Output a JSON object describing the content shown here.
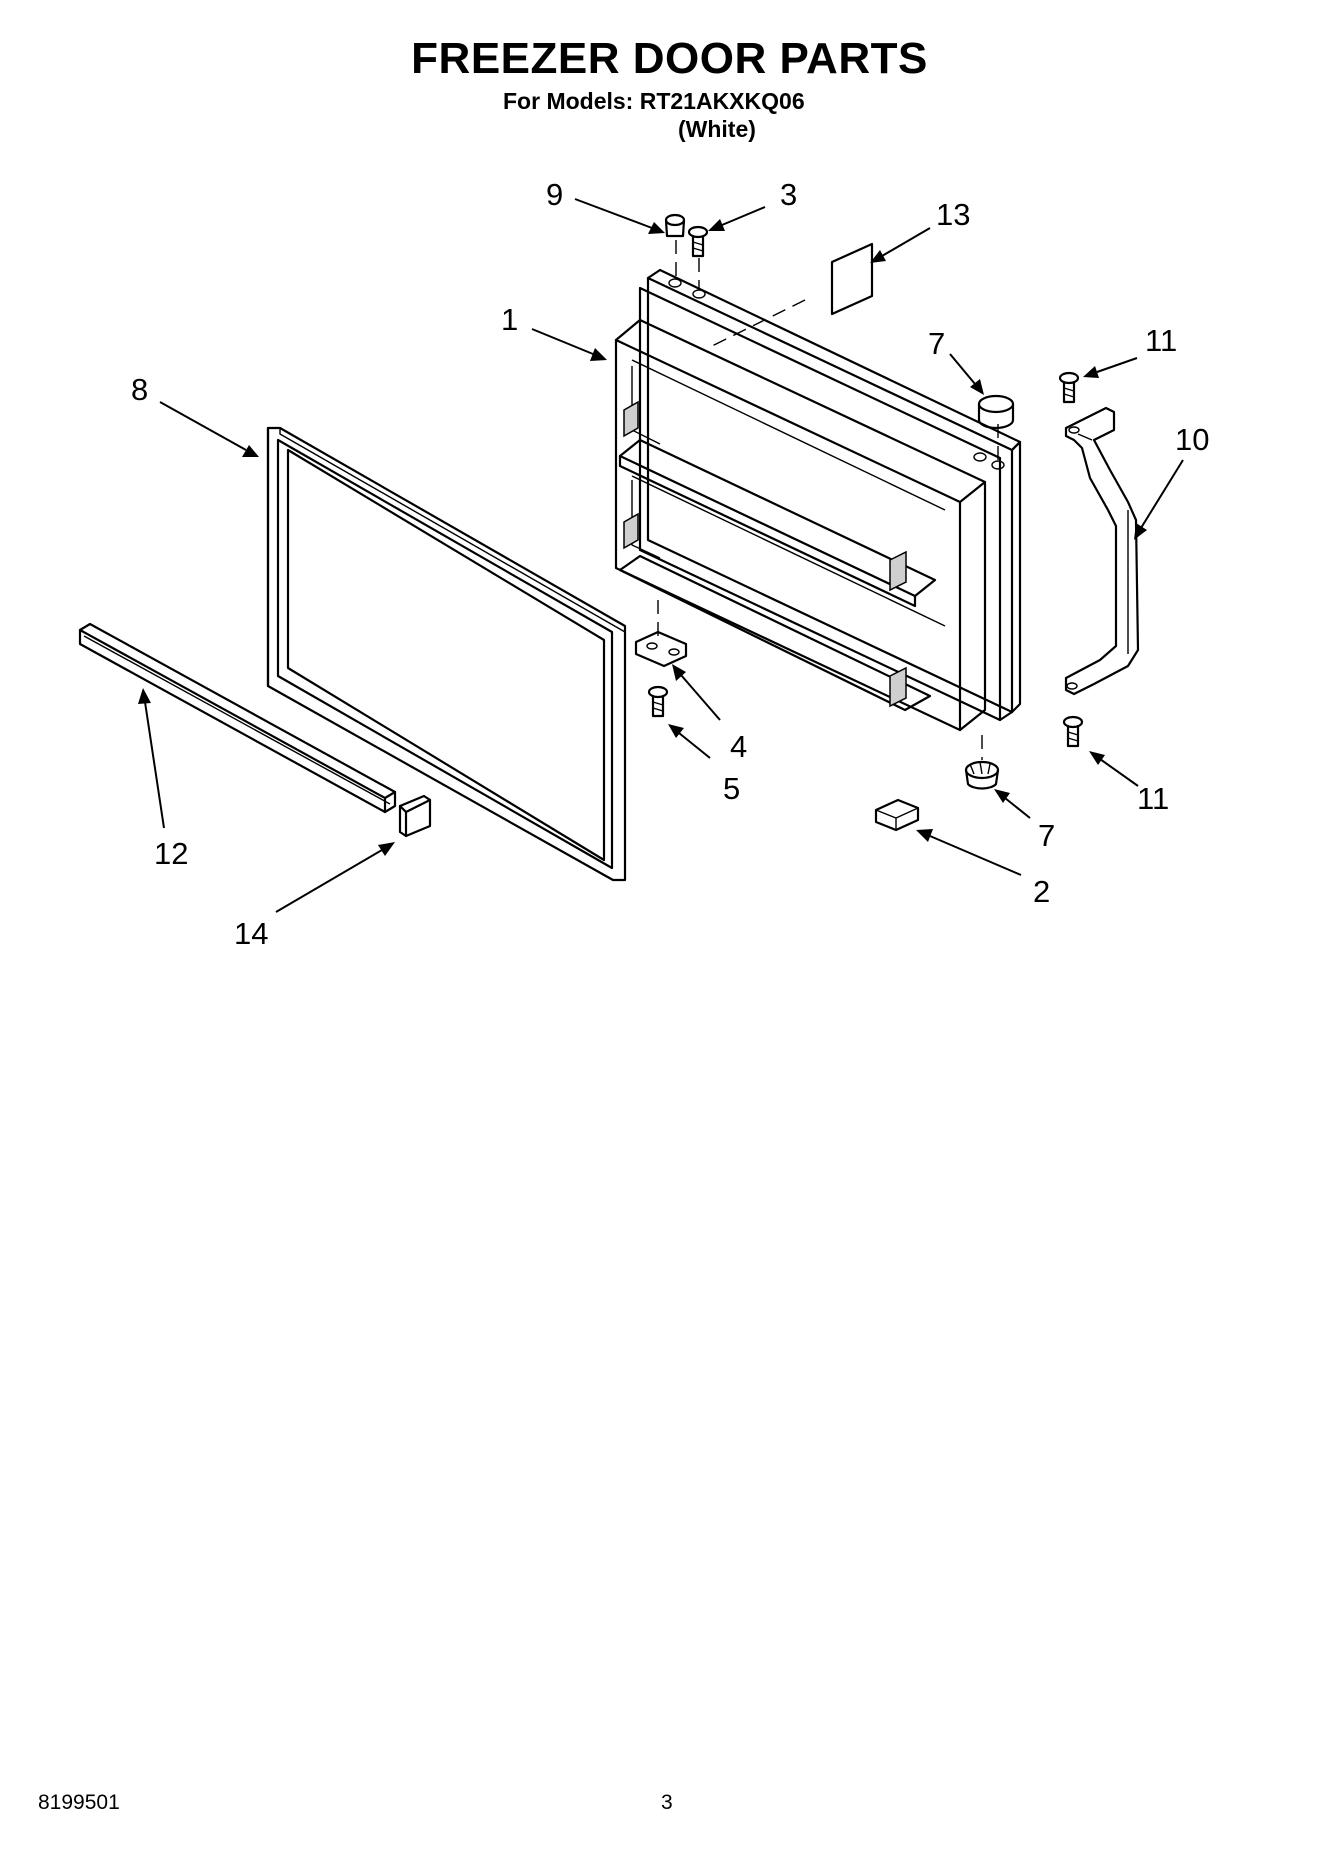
{
  "header": {
    "title": "FREEZER DOOR PARTS",
    "models": "For Models: RT21AKXKQ06",
    "color": "(White)"
  },
  "callouts": [
    "9",
    "3",
    "13",
    "1",
    "7",
    "11",
    "8",
    "10",
    "4",
    "5",
    "12",
    "11",
    "7",
    "2",
    "14"
  ],
  "footer": {
    "code": "8199501",
    "page": "3"
  }
}
